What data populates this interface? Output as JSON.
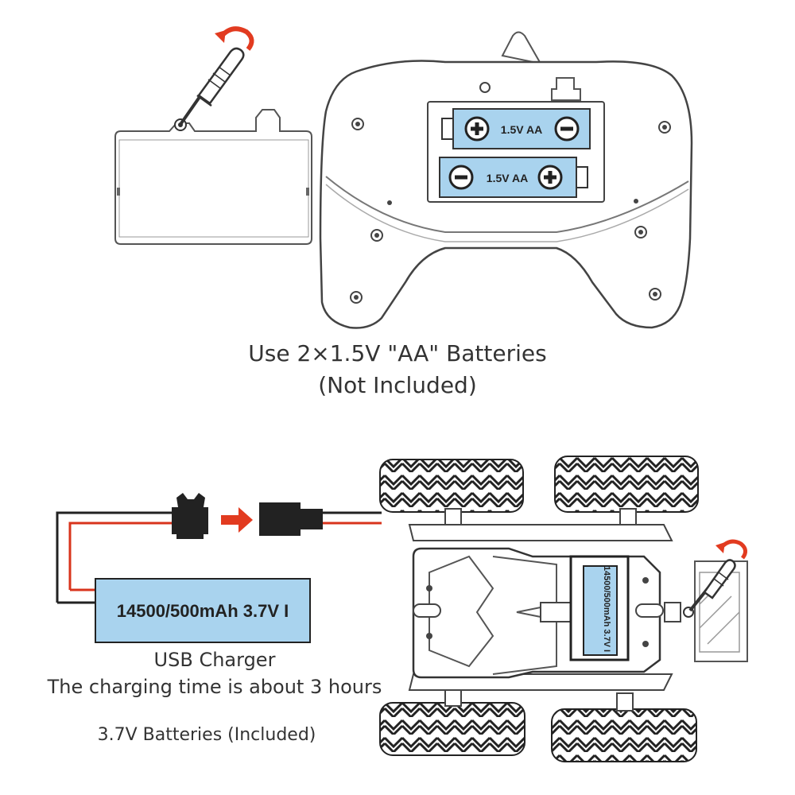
{
  "controller": {
    "battery_top_label": "1.5V AA",
    "battery_bottom_label": "1.5V AA",
    "plus_symbol": "+",
    "minus_symbol": "−"
  },
  "captions": {
    "top_line1": "Use 2×1.5V \"AA\" Batteries",
    "top_line2": "(Not Included)",
    "usb_charger": "USB Charger",
    "charging_time": "The charging time is about 3 hours",
    "included": "3.7V Batteries (Included)"
  },
  "battery_pack": {
    "label": "14500/500mAh 3.7V I"
  },
  "car": {
    "battery_label": "14500/500mAh 3.7V I"
  },
  "colors": {
    "battery_fill": "#a9d3ee",
    "arrow_red": "#e23b20",
    "wire_red": "#d8341c",
    "line": "#333333"
  },
  "icons": [
    "screwdriver-icon",
    "rotate-arrow-icon",
    "plus-icon",
    "minus-icon",
    "connector-arrow-icon"
  ]
}
